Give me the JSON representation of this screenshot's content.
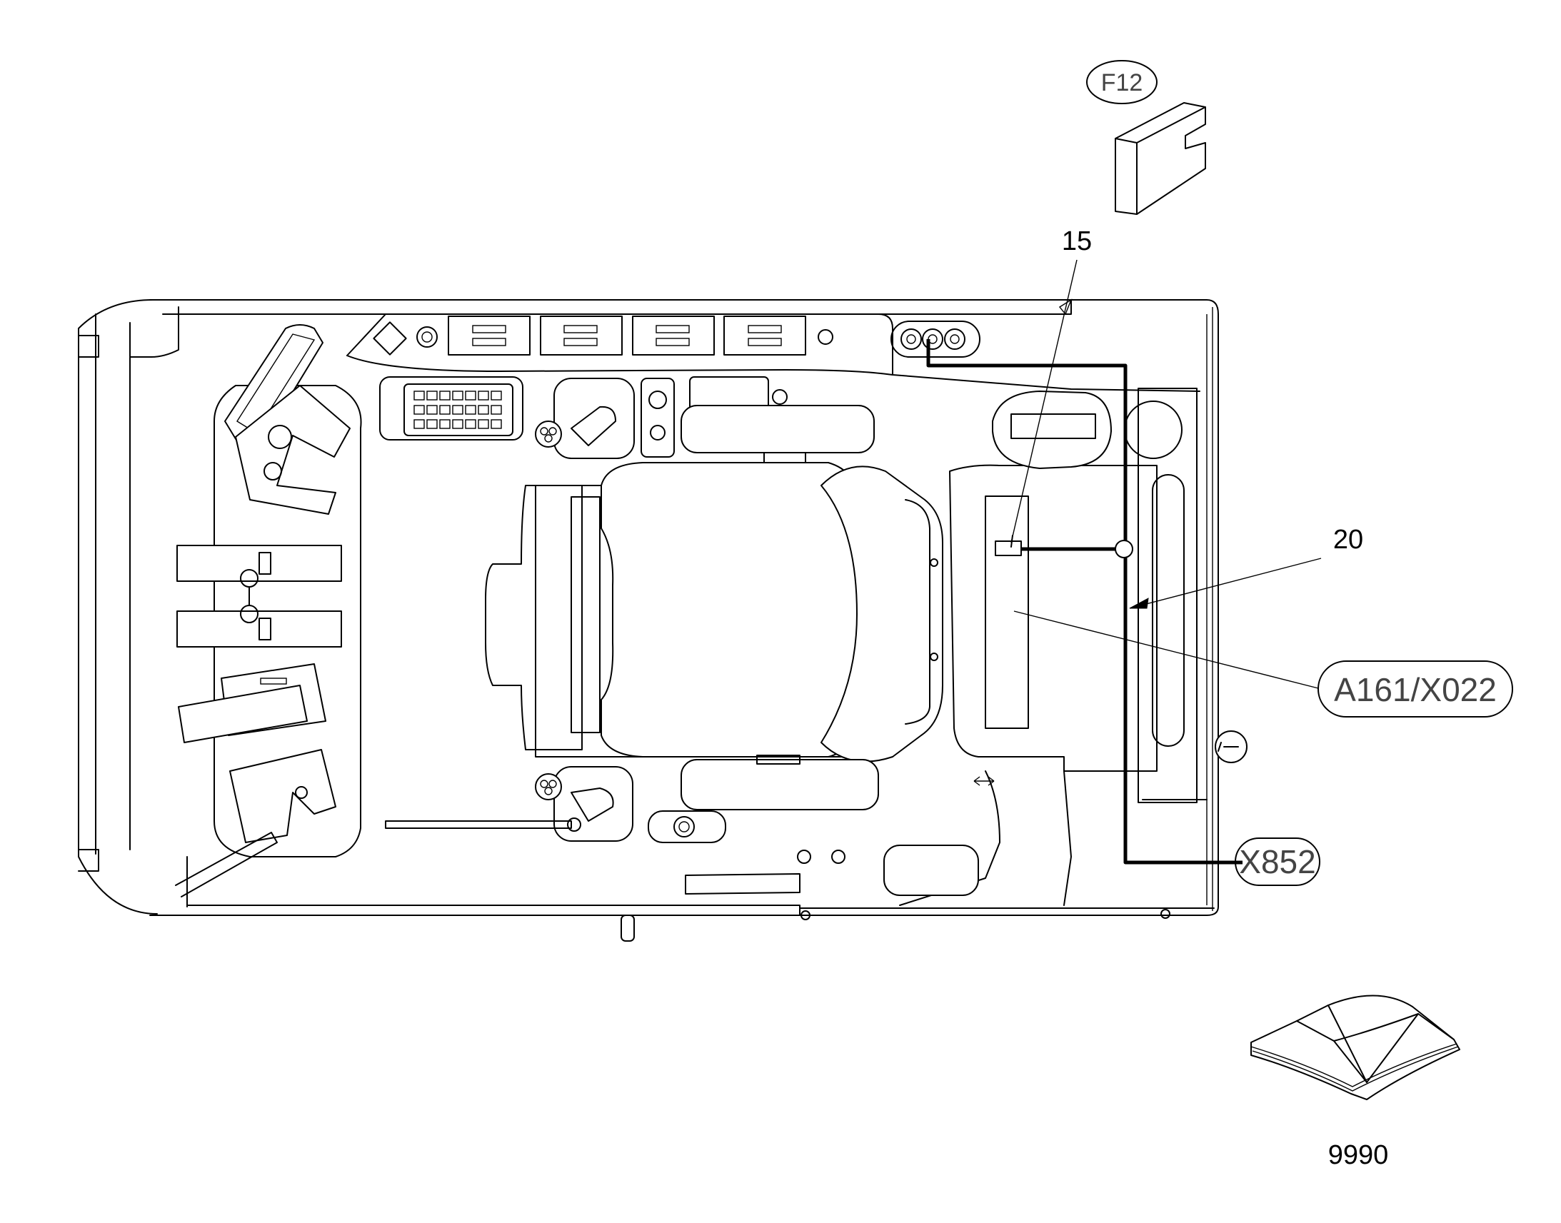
{
  "callouts": {
    "part_15": "15",
    "part_20": "20",
    "manual": "9990"
  },
  "tags": {
    "fuse": "F12",
    "module_connector": "A161/X022",
    "connector": "X852"
  }
}
